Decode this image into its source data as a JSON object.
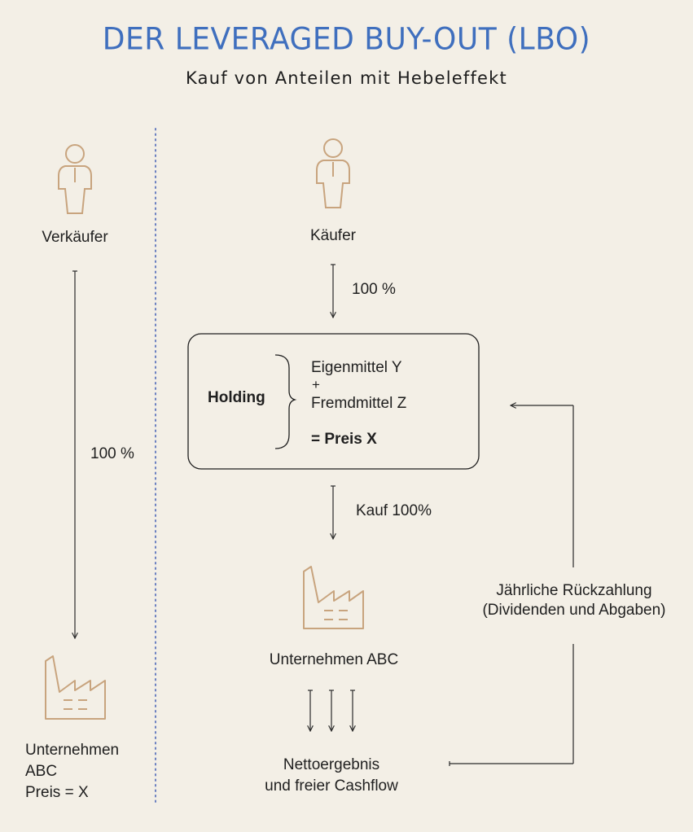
{
  "title": "DER LEVERAGED BUY-OUT (LBO)",
  "subtitle": "Kauf von Anteilen mit Hebeleffekt",
  "colors": {
    "title": "#3f6fbe",
    "icon": "#c8a47e",
    "background": "#f3efe6",
    "divider": "#6a7fc0"
  },
  "seller": {
    "label": "Verkäufer",
    "icon": "person-icon",
    "arrow_label": "100 %",
    "company_icon": "factory-icon",
    "company_lines": [
      "Unternehmen",
      "ABC",
      "Preis = X"
    ]
  },
  "buyer": {
    "label": "Käufer",
    "icon": "person-icon",
    "arrow_label": "100 %"
  },
  "holding": {
    "label": "Holding",
    "equity": "Eigenmittel Y",
    "plus": "+",
    "debt": "Fremdmittel Z",
    "total": "= Preis X",
    "purchase_label": "Kauf 100%"
  },
  "company": {
    "label": "Unternehmen ABC",
    "icon": "factory-icon",
    "result_lines": [
      "Nettoergebnis",
      "und freier Cashflow"
    ]
  },
  "repayment": {
    "lines": [
      "Jährliche Rückzahlung",
      "(Dividenden und Abgaben)"
    ]
  }
}
